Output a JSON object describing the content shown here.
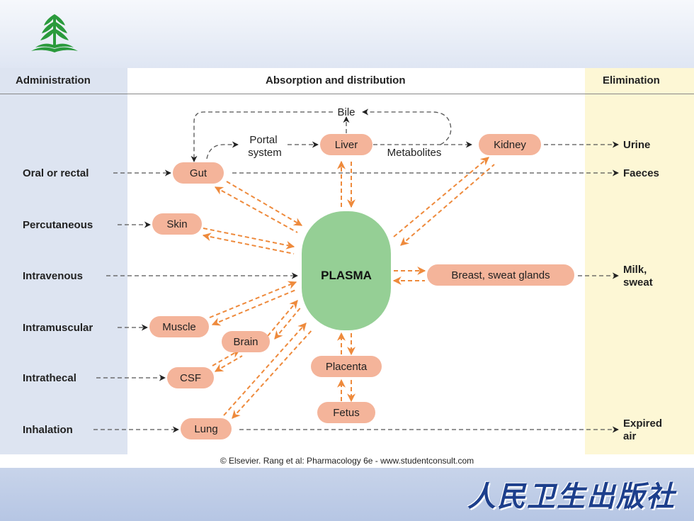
{
  "header": {
    "administration": "Administration",
    "absorption": "Absorption and distribution",
    "elimination": "Elimination"
  },
  "routes": [
    "Oral or rectal",
    "Percutaneous",
    "Intravenous",
    "Intramuscular",
    "Intrathecal",
    "Inhalation"
  ],
  "nodes": {
    "gut": "Gut",
    "skin": "Skin",
    "muscle": "Muscle",
    "brain": "Brain",
    "csf": "CSF",
    "lung": "Lung",
    "liver": "Liver",
    "kidney": "Kidney",
    "placenta": "Placenta",
    "fetus": "Fetus",
    "breast": "Breast, sweat glands",
    "plasma": "PLASMA"
  },
  "labels": {
    "bile": "Bile",
    "portal_1": "Portal",
    "portal_2": "system",
    "metabolites": "Metabolites"
  },
  "elimination": {
    "urine": "Urine",
    "faeces": "Faeces",
    "milk_1": "Milk,",
    "milk_2": "sweat",
    "expired_1": "Expired",
    "expired_2": "air"
  },
  "credit": "© Elsevier. Rang et al: Pharmacology 6e - www.studentconsult.com",
  "publisher": "人民卫生出版社",
  "colors": {
    "node_fill": "#f4b49a",
    "plasma_fill": "#95cf95",
    "arrow_orange": "#ee8a3c",
    "dash_grey": "#555555"
  },
  "icons": {
    "logo": "leaf-book-logo-icon"
  }
}
